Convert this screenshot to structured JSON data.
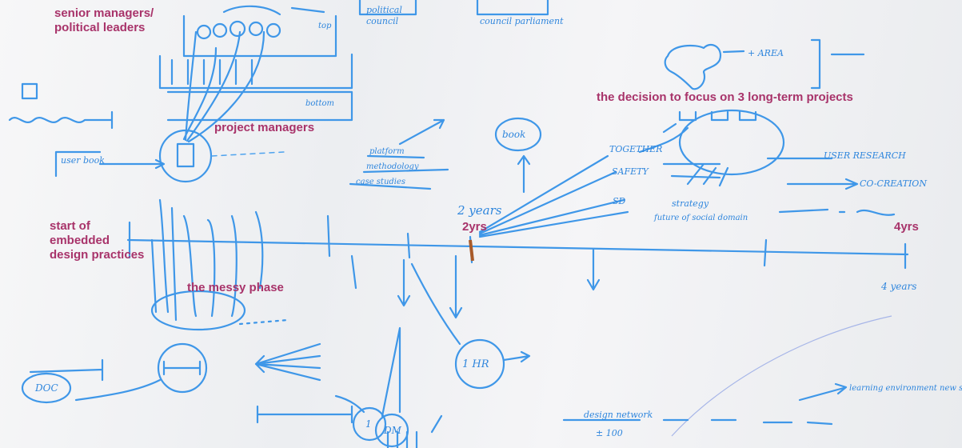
{
  "labels": {
    "senior_managers": "senior managers/\npolitical leaders",
    "project_managers": "project managers",
    "decision": "the decision to focus on 3 long-term projects",
    "start_embedded": "start of\nembedded\ndesign practices",
    "messy_phase": "the messy phase",
    "two_years": "2yrs",
    "four_years": "4yrs"
  },
  "handwriting": {
    "political": "political",
    "council": "council",
    "council_parliament": "council parliament",
    "area": "+ AREA",
    "user_book": "user book",
    "book": "book",
    "two_years_hw": "2 years",
    "four_years_hw": "4 years",
    "platform": "platform",
    "methodology": "methodology",
    "case_studies": "case studies",
    "together": "TOGETHER",
    "safety": "SAFETY",
    "sd": "SD",
    "strategy": "strategy",
    "future": "future of social domain",
    "user_research": "USER RESEARCH",
    "co_creation": "CO-CREATION",
    "doc": "DOC",
    "hr": "1 HR",
    "dm": "DM",
    "dm_one": "1",
    "design_network": "design network",
    "plus_100": "± 100",
    "learning": "learning environment new skills / competency",
    "bottom": "bottom",
    "top": "top"
  },
  "colors": {
    "ink": "#3f97e8",
    "label": "#a8336a"
  }
}
